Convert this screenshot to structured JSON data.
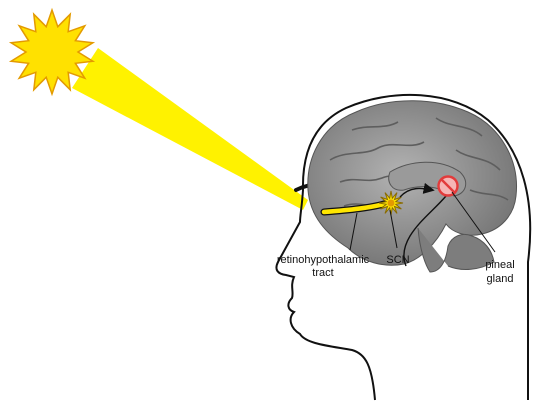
{
  "labels": {
    "tract_line1": "retinohypothalamic",
    "tract_line2": "tract",
    "scn": "SCN",
    "pineal_line1": "pineal",
    "pineal_line2": "gland"
  },
  "colors": {
    "sun": "#ffe100",
    "sun_outline": "#e39a00",
    "beam": "#fff200",
    "tract": "#ffe600",
    "brain": "#8c8c8c",
    "pineal_inhibit": "#e23b3b",
    "outline": "#111111"
  },
  "icons": {
    "sun": "sun-icon",
    "inhibition": "no-symbol-icon"
  }
}
